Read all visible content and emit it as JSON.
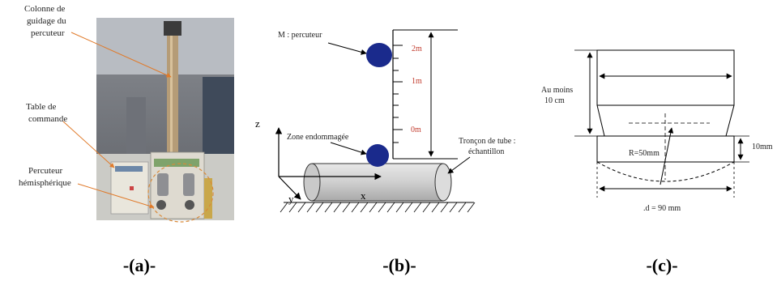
{
  "panel_a": {
    "label_column": [
      "Colonne de",
      "guidage du",
      "percuteur"
    ],
    "label_table": [
      "Table de",
      "commande"
    ],
    "label_striker": [
      "Percuteur",
      "hémisphérique"
    ],
    "caption": "-(a)-"
  },
  "panel_b": {
    "label_mass": "M : percuteur",
    "label_zone": "Zone endommagée",
    "label_tube": [
      "Tronçon de tube :",
      "échantillon"
    ],
    "scale_2m": "2m",
    "scale_1m": "1m",
    "scale_0m": "0m",
    "axis_z": "z",
    "axis_y": "y",
    "axis_x": "x",
    "caption": "-(b)-"
  },
  "panel_c": {
    "label_height": [
      "Au moins",
      "10 cm"
    ],
    "label_cap": "10mm",
    "label_radius": "R=50mm",
    "label_diameter": ".d = 90 mm",
    "caption": "-(c)-"
  }
}
